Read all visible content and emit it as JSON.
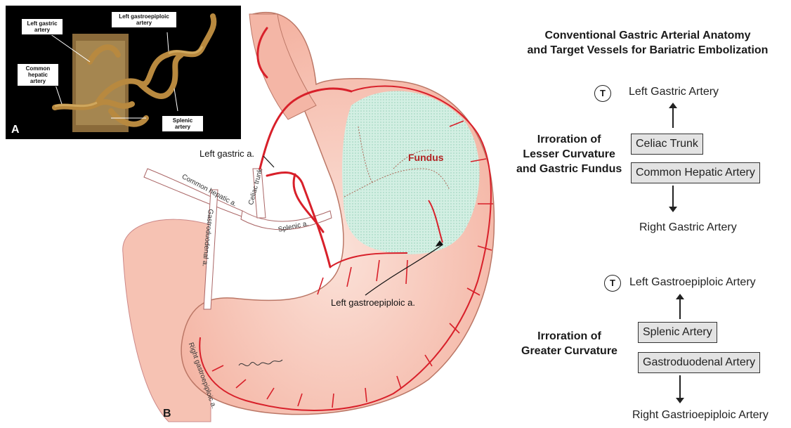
{
  "panel_a": {
    "letter": "A",
    "labels": {
      "left_gastric": "Left gastric artery",
      "left_gastroepiploic": "Left gastroepiploic artery",
      "common_hepatic": "Common hepatic artery",
      "splenic": "Splenic artery"
    }
  },
  "panel_b": {
    "letter": "B",
    "annotations": {
      "left_gastric": "Left gastric a.",
      "fundus": "Fundus",
      "left_gastroepiploic": "Left gastroepiploic a.",
      "celiac_trunk": "Celiac trunk",
      "common_hepatic": "Common hepatic a.",
      "splenic": "Splenic a.",
      "gastroduodenal": "Gastroduodenal a.",
      "right_gastroepiploic": "Right gastroepiploic a."
    }
  },
  "title": {
    "line1": "Conventional Gastric Arterial Anatomy",
    "line2": "and Target Vessels for Bariatric Embolization"
  },
  "target_marker": "T",
  "group1": {
    "label_line1": "Irroration of",
    "label_line2": "Lesser Curvature",
    "label_line3": "and Gastric Fundus",
    "target": "Left Gastric Artery",
    "box1": "Celiac Trunk",
    "box2": "Common Hepatic Artery",
    "bottom": "Right Gastric Artery"
  },
  "group2": {
    "label_line1": "Irroration of",
    "label_line2": "Greater Curvature",
    "target": "Left Gastroepiploic Artery",
    "box1": "Splenic Artery",
    "box2": "Gastroduodenal Artery",
    "bottom": "Right Gastrioepiploic Artery"
  },
  "colors": {
    "artery": "#d8202a",
    "stomach_fill": "#f8c8bc",
    "fundus_fill": "#cfeee0",
    "box_fill": "#e3e3e3",
    "fundus_text": "#b22222"
  }
}
